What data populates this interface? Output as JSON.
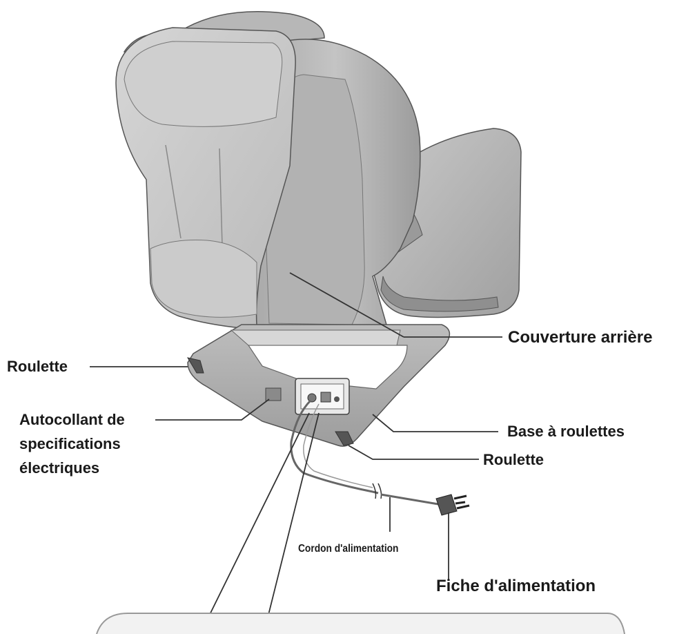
{
  "labels": {
    "back_cover": "Couverture arrière",
    "caster_left": "Roulette",
    "sticker_line1": "Autocollant de",
    "sticker_line2": "specifications",
    "sticker_line3": "électriques",
    "caster_base": "Base à roulettes",
    "caster_right": "Roulette",
    "power_cord": "Cordon d'alimentation",
    "power_plug": "Fiche d'alimentation"
  }
}
